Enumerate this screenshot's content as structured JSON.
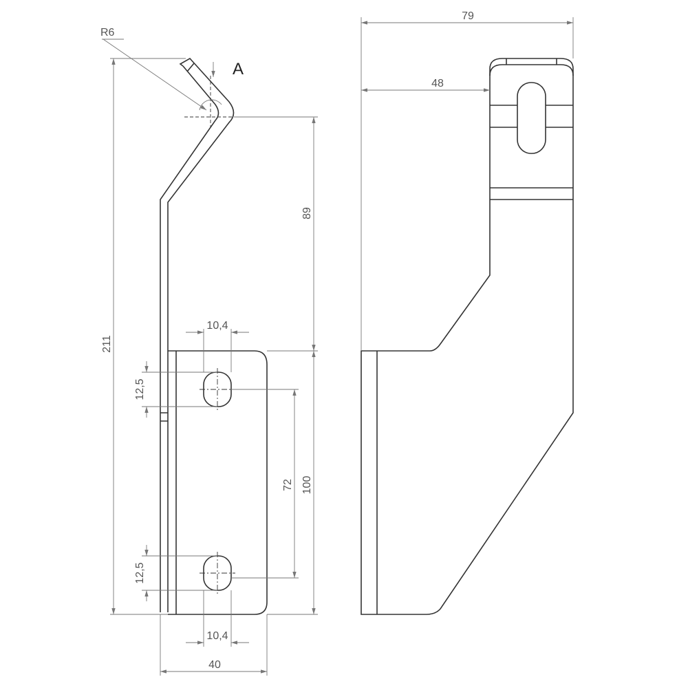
{
  "drawing": {
    "radius_label": "R6",
    "view_label": "A",
    "dimensions": {
      "overall_height": "211",
      "upper_height": "89",
      "plate_height": "100",
      "hole_spacing": "72",
      "hole_height_top": "12,5",
      "hole_height_bottom": "12,5",
      "hole_width_top": "10,4",
      "hole_width_bottom": "10,4",
      "plate_width": "40",
      "side_overall_width": "79",
      "side_offset": "48"
    }
  }
}
